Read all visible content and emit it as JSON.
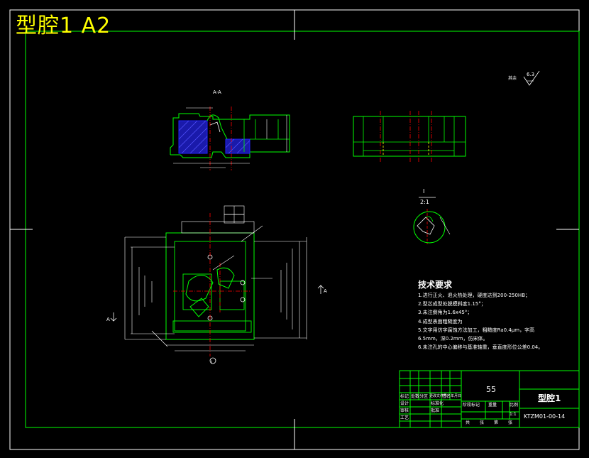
{
  "header": {
    "title": "型腔1 A2"
  },
  "views": {
    "section_label": "A-A",
    "detail_label": "I",
    "detail_scale": "2:1",
    "roughness_note": "其余",
    "roughness_value": "6.3"
  },
  "tech_requirements": {
    "title": "技术要求",
    "items": [
      "1.进行正火、退火热处理，硬度达到200-250HB；",
      "2.型芯成型处脱模斜度1.15°；",
      "3.未注倒角为1.6x45°；",
      "4.成型表面粗糙度为",
      "5.文字用仿字腐蚀方法加工，粗糙度Ra0.4μm，字高",
      "6.5mm，深0.2mm，仿宋体。",
      "6.未注孔的中心偏移与基准轴重，垂直度形位公差0.04。"
    ]
  },
  "title_block": {
    "material": "55",
    "part_name": "型腔1",
    "drawing_number": "KTZM01-00-14",
    "scale_header": "比例",
    "scale_value": "1:1",
    "weight_header": "重量",
    "stage_header": "阶段标记",
    "row_labels": [
      "标记",
      "处数",
      "分区",
      "更改文件号",
      "签名",
      "年月日"
    ],
    "role_labels": [
      "设计",
      "审核",
      "工艺"
    ],
    "role_labels_2": [
      "标准化",
      "批准"
    ],
    "sheet_labels": [
      "共",
      "张",
      "第",
      "张"
    ]
  },
  "colors": {
    "frame": "#00ff00",
    "outline": "#00ff00",
    "dimension": "#ffffff",
    "centerline": "#ff0000",
    "hidden": "#ffff00",
    "hatch": "#2222ff",
    "title_text": "#ffff00"
  }
}
